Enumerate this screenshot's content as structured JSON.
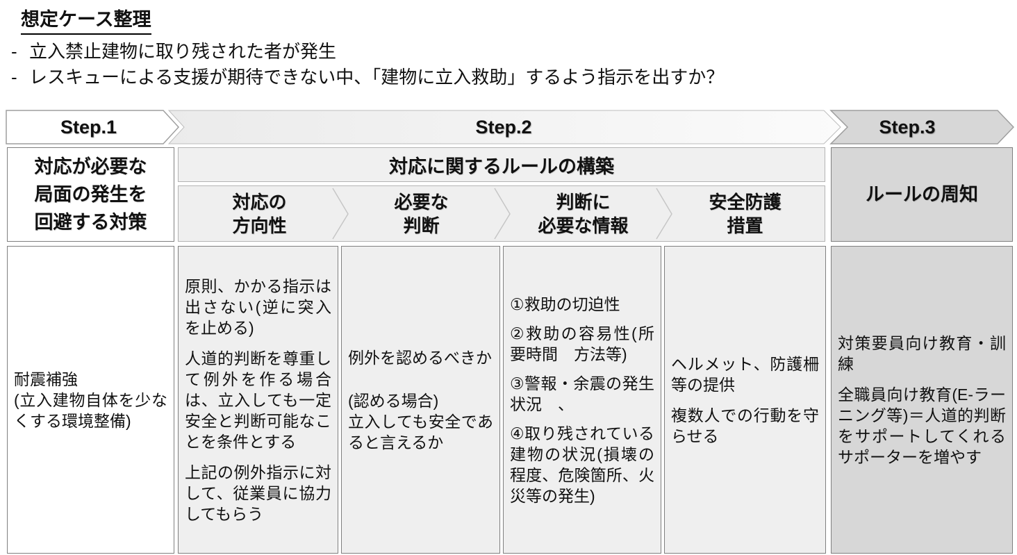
{
  "page": {
    "title": "想定ケース整理",
    "bullet_marker": "-",
    "bullets": [
      "立入禁止建物に取り残された者が発生",
      "レスキューによる支援が期待できない中、「建物に立入救助」するよう指示を出すか？"
    ]
  },
  "steps": [
    {
      "label": "Step.1"
    },
    {
      "label": "Step.2"
    },
    {
      "label": "Step.3"
    }
  ],
  "table": {
    "step1_header": "対応が必要な\n局面の発生を\n回避する対策",
    "step2_group_header": "対応に関するルールの構築",
    "step3_header": "ルールの周知",
    "sub_headers": [
      "対応の\n方向性",
      "必要な\n判断",
      "判断に\n必要な情報",
      "安全防護\n措置"
    ],
    "cells": {
      "avoidance": [
        "耐震補強\n(立入建物自体を少なくする環境整備)"
      ],
      "direction": [
        "原則、かかる指示は出さない(逆に突入を止める)",
        "人道的判断を尊重して例外を作る場合は、立入しても一定安全と判断可能なことを条件とする",
        "上記の例外指示に対して、従業員に協力してもらう"
      ],
      "judgment": [
        "例外を認めるべきか",
        "(認める場合)\n立入しても安全であると言えるか"
      ],
      "information": [
        "①救助の切迫性",
        "②救助の容易性(所要時間　方法等)",
        "③警報・余震の発生状況　、",
        "④取り残されている建物の状況(損壊の程度、危険箇所、火災等の発生)"
      ],
      "protection": [
        "ヘルメット、防護柵等の提供",
        "複数人での行動を守らせる"
      ],
      "awareness": [
        "対策要員向け教育・訓練",
        "全職員向け教育(E-ラーニング等)＝人道的判断をサポートしてくれるサポーターを増やす"
      ]
    }
  },
  "colors": {
    "light_gray": "#efefef",
    "band_gray": "#f0f0f0",
    "medium_gray": "#d7d7d7",
    "cell_border": "#7f7f7f",
    "shape_border": "#9e9e9e",
    "text": "#111111"
  }
}
